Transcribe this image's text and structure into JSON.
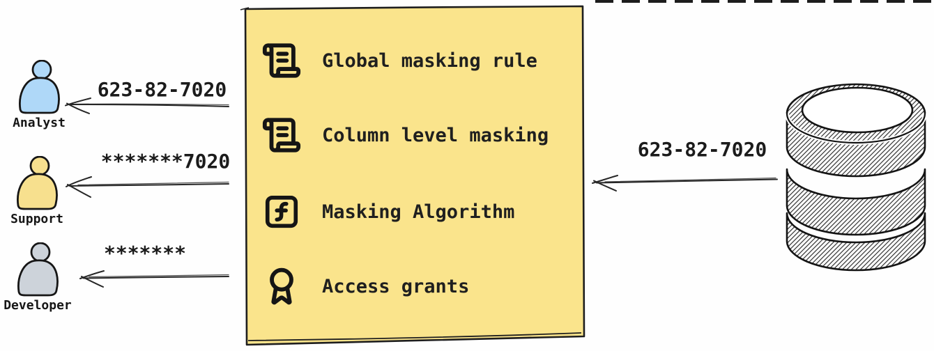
{
  "consumers": [
    {
      "icon": "person-icon",
      "label": "Analyst",
      "masked_value": "623-82-7020",
      "fill": "#AFD8F8"
    },
    {
      "icon": "person-icon",
      "label": "Support",
      "masked_value": "*******7020",
      "fill": "#F7E08E"
    },
    {
      "icon": "person-icon",
      "label": "Developer",
      "masked_value": "*******",
      "fill": "#CDD3DA"
    }
  ],
  "masking_box": {
    "fill": "#FAE48C",
    "border_color": "#1e1e1e",
    "items": [
      {
        "icon": "scroll-text-icon",
        "label": "Global masking rule"
      },
      {
        "icon": "scroll-text-icon",
        "label": "Column level masking"
      },
      {
        "icon": "square-function-icon",
        "label": "Masking Algorithm"
      },
      {
        "icon": "award-icon",
        "label": "Access grants"
      }
    ]
  },
  "database": {
    "icon": "database-icon",
    "original_value": "623-82-7020"
  },
  "colors": {
    "ink": "#1d1d1d"
  }
}
